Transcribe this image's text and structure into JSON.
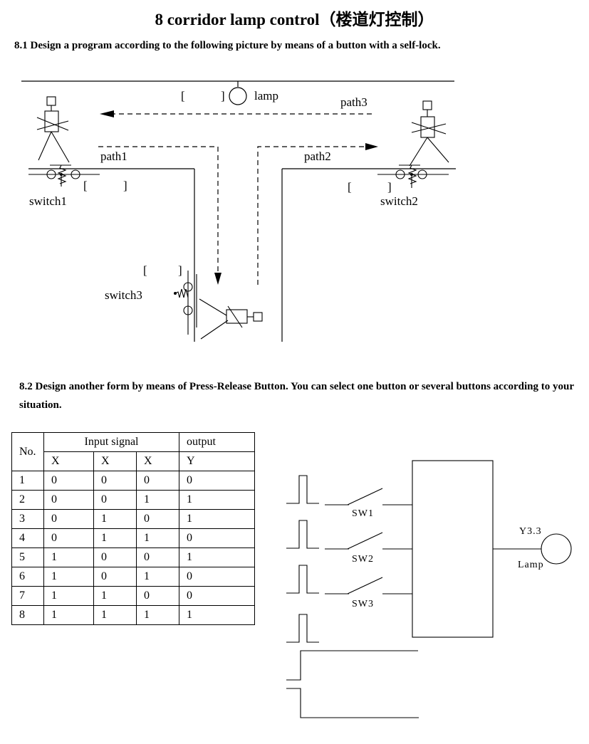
{
  "title": "8 corridor lamp control（楼道灯控制）",
  "section1": {
    "heading": "8.1 Design a program according to the following picture by means of a button with a self-lock.",
    "labels": {
      "lamp": "lamp",
      "path1": "path1",
      "path2": "path2",
      "path3": "path3",
      "switch1": "switch1",
      "switch2": "switch2",
      "switch3": "switch3",
      "bracket_open": "[",
      "bracket_close": "]"
    }
  },
  "section2": {
    "heading": "8.2 Design another form by means of Press-Release Button. You can select one button or several buttons according to your situation.",
    "table": {
      "col_no": "No.",
      "group_input": "Input signal",
      "group_output": "output",
      "sub_headers": [
        "X",
        "X",
        "X",
        "Y"
      ],
      "rows": [
        [
          "1",
          "0",
          "0",
          "0",
          "0"
        ],
        [
          "2",
          "0",
          "0",
          "1",
          "1"
        ],
        [
          "3",
          "0",
          "1",
          "0",
          "1"
        ],
        [
          "4",
          "0",
          "1",
          "1",
          "0"
        ],
        [
          "5",
          "1",
          "0",
          "0",
          "1"
        ],
        [
          "6",
          "1",
          "0",
          "1",
          "0"
        ],
        [
          "7",
          "1",
          "1",
          "0",
          "0"
        ],
        [
          "8",
          "1",
          "1",
          "1",
          "1"
        ]
      ]
    },
    "circuit": {
      "sw1": "SW1",
      "sw2": "SW2",
      "sw3": "SW3",
      "output_addr": "Y3.3",
      "lamp": "Lamp"
    }
  }
}
